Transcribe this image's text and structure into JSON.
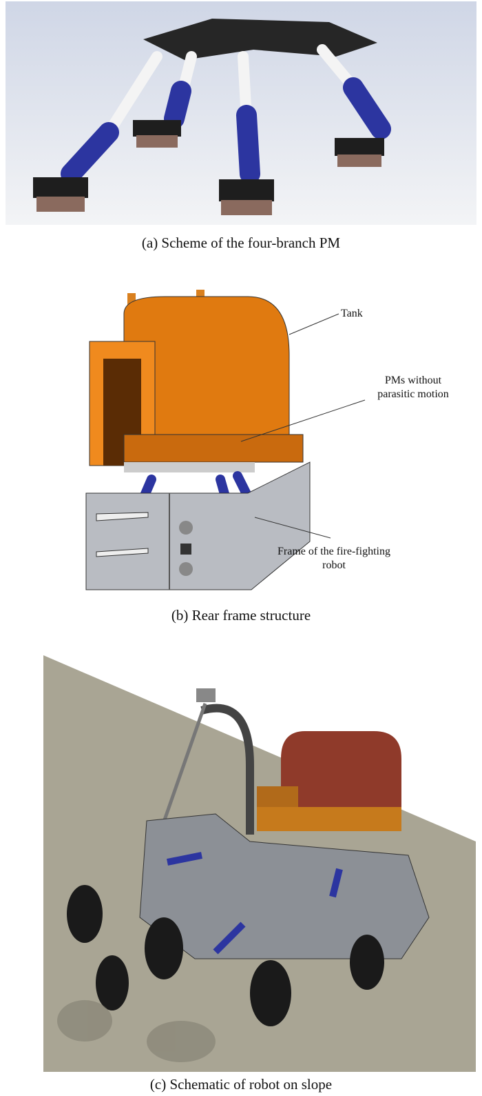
{
  "figure": {
    "panel_a": {
      "caption": "(a)   Scheme of the four-branch PM"
    },
    "panel_b": {
      "caption": "(b)   Rear frame structure",
      "labels": {
        "tank": "Tank",
        "pms_line1": "PMs without",
        "pms_line2": "parasitic motion",
        "frame_line1": "Frame of the fire-fighting",
        "frame_line2": "robot"
      }
    },
    "panel_c": {
      "caption": "(c) Schematic of robot on slope"
    }
  },
  "colors": {
    "tank": "#e07a10",
    "actuator": "#2c35a0",
    "platform": "#262626",
    "frame": "#b9bcc2",
    "slope": "#a9a594"
  }
}
